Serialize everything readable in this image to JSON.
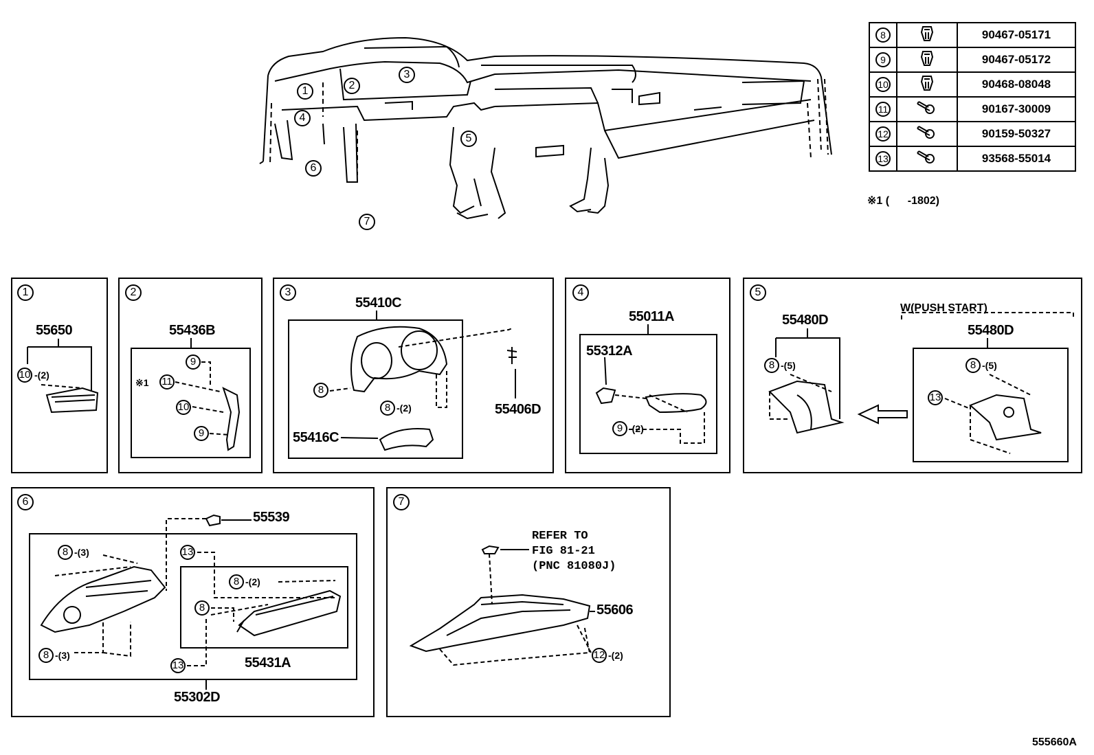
{
  "fastener_table": [
    {
      "ref": "8",
      "part_number": "90467-05171",
      "icon": "clip-icon"
    },
    {
      "ref": "9",
      "part_number": "90467-05172",
      "icon": "clip-icon"
    },
    {
      "ref": "10",
      "part_number": "90468-08048",
      "icon": "clip-icon"
    },
    {
      "ref": "11",
      "part_number": "90167-30009",
      "icon": "screw-icon"
    },
    {
      "ref": "12",
      "part_number": "90159-50327",
      "icon": "screw-icon"
    },
    {
      "ref": "13",
      "part_number": "93568-55014",
      "icon": "screw-icon"
    }
  ],
  "note": "※1 (      -1802)",
  "overview_callouts": [
    "1",
    "2",
    "3",
    "4",
    "5",
    "6",
    "7"
  ],
  "panels": {
    "p1": {
      "num": "1",
      "pnc": "55650",
      "fastener": "10",
      "qty": "-(2)"
    },
    "p2": {
      "num": "2",
      "pnc": "55436B",
      "f9a": "9",
      "f11": "11",
      "f11_prefix": "※1",
      "f10": "10",
      "f9b": "9"
    },
    "p3": {
      "num": "3",
      "pnc_top": "55410C",
      "pnc_bottom": "55416C",
      "pnc_right": "55406D",
      "f8a": "8",
      "f8b": "8",
      "f8b_qty": "-(2)"
    },
    "p4": {
      "num": "4",
      "pnc_top": "55011A",
      "pnc_inner": "55312A",
      "f9": "9",
      "f9_qty": "-(2)"
    },
    "p5": {
      "num": "5",
      "pnc_left": "55480D",
      "condition": "W(PUSH START)",
      "pnc_right": "55480D",
      "f8a": "8",
      "f8a_qty": "-(5)",
      "f8b": "8",
      "f8b_qty": "-(5)",
      "f13": "13"
    },
    "p6": {
      "num": "6",
      "pnc_top": "55539",
      "pnc_inner": "55431A",
      "pnc_bottom": "55302D",
      "f8a": "8",
      "f8a_qty": "-(3)",
      "f8b": "8",
      "f8b_qty": "-(3)",
      "f8c": "8",
      "f8c_qty": "-(2)",
      "f8d": "8",
      "f13a": "13",
      "f13b": "13"
    },
    "p7": {
      "num": "7",
      "refer": "REFER TO\nFIG 81-21\n(PNC 81080J)",
      "pnc": "55606",
      "f12": "12",
      "f12_qty": "-(2)"
    }
  },
  "drawing_id": "555660A"
}
